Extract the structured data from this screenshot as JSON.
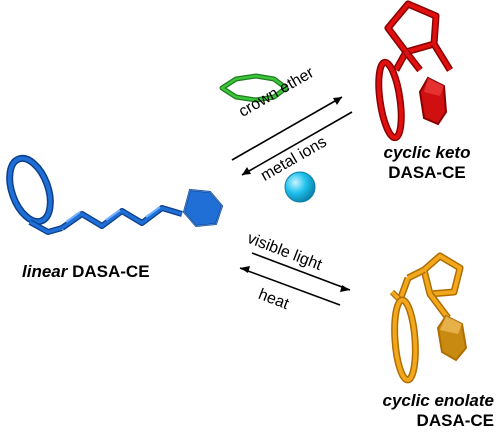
{
  "labels": {
    "linear_prefix": "linear",
    "linear_suffix": "DASA-CE",
    "keto_line1": "cyclic keto",
    "keto_line2": "DASA-CE",
    "enolate_line1": "cyclic enolate",
    "enolate_line2": "DASA-CE"
  },
  "arrows": {
    "top_forward": "crown ether",
    "top_reverse": "metal ions",
    "bottom_forward": "visible light",
    "bottom_reverse": "heat"
  },
  "colors": {
    "linear": "#1f6fd6",
    "linear_dark": "#0d3f8a",
    "keto": "#e01010",
    "keto_dark": "#8a0000",
    "enolate": "#f2a81c",
    "enolate_dark": "#b06d00",
    "crown_ether": "#2fa82f",
    "metal_ion": "#1fc2ee"
  },
  "icons": {
    "crown_ether": "green-ring-icon",
    "metal_ion": "cyan-sphere-icon"
  }
}
